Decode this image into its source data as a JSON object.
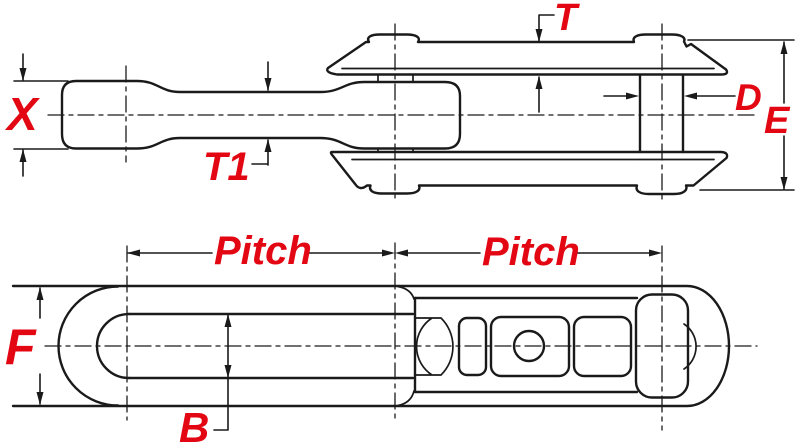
{
  "diagram": {
    "colors": {
      "label": "#e30613",
      "line": "#1a1a1a",
      "background": "#ffffff"
    },
    "labels": {
      "x": "X",
      "t": "T",
      "t1": "T1",
      "d": "D",
      "e": "E",
      "pitch_left": "Pitch",
      "pitch_right": "Pitch",
      "f": "F",
      "b": "B"
    }
  }
}
